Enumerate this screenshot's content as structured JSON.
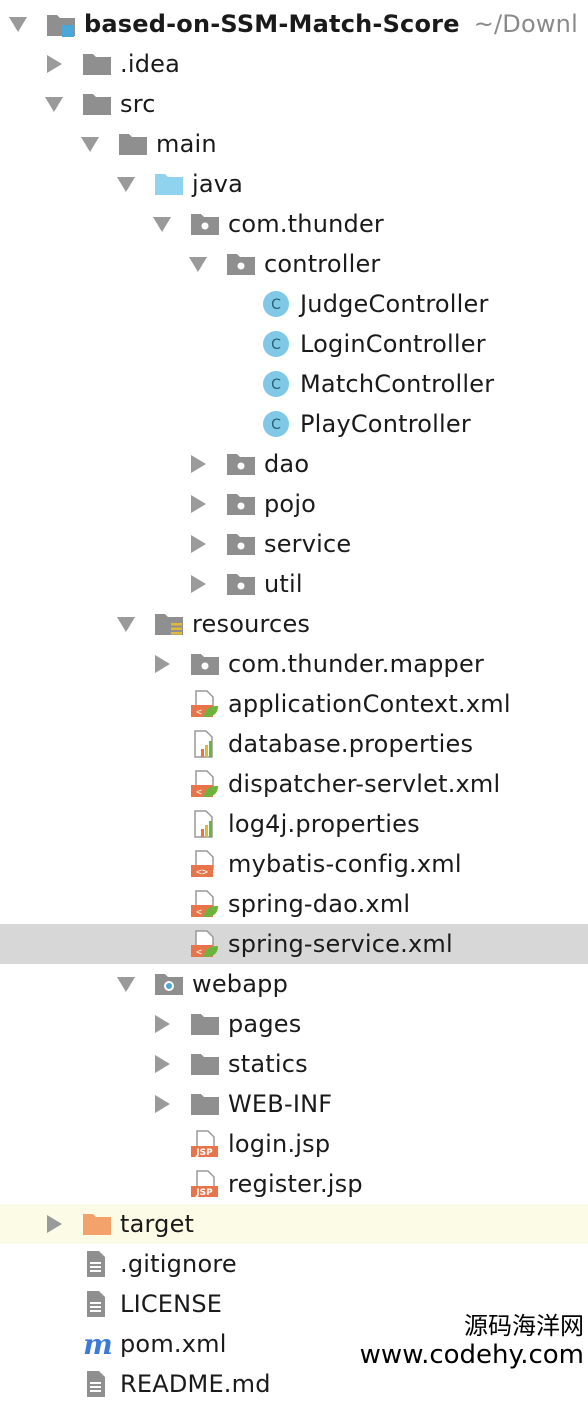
{
  "tree": {
    "root": {
      "name": "based-on-SSM-Match-Score",
      "path": "~/Downl"
    },
    "nodes": [
      {
        "key": "idea",
        "label": ".idea",
        "depth": 1,
        "arrow": "closed",
        "icon": "folder-gray"
      },
      {
        "key": "src",
        "label": "src",
        "depth": 1,
        "arrow": "open",
        "icon": "folder-gray"
      },
      {
        "key": "main",
        "label": "main",
        "depth": 2,
        "arrow": "open",
        "icon": "folder-gray"
      },
      {
        "key": "java",
        "label": "java",
        "depth": 3,
        "arrow": "open",
        "icon": "folder-blue"
      },
      {
        "key": "com-thunder",
        "label": "com.thunder",
        "depth": 4,
        "arrow": "open",
        "icon": "package"
      },
      {
        "key": "controller",
        "label": "controller",
        "depth": 5,
        "arrow": "open",
        "icon": "package"
      },
      {
        "key": "judgecontroller",
        "label": "JudgeController",
        "depth": 6,
        "arrow": "none",
        "icon": "class"
      },
      {
        "key": "logincontroller",
        "label": "LoginController",
        "depth": 6,
        "arrow": "none",
        "icon": "class"
      },
      {
        "key": "matchcontroller",
        "label": "MatchController",
        "depth": 6,
        "arrow": "none",
        "icon": "class"
      },
      {
        "key": "playcontroller",
        "label": "PlayController",
        "depth": 6,
        "arrow": "none",
        "icon": "class"
      },
      {
        "key": "dao",
        "label": "dao",
        "depth": 5,
        "arrow": "closed",
        "icon": "package"
      },
      {
        "key": "pojo",
        "label": "pojo",
        "depth": 5,
        "arrow": "closed",
        "icon": "package"
      },
      {
        "key": "service",
        "label": "service",
        "depth": 5,
        "arrow": "closed",
        "icon": "package"
      },
      {
        "key": "util",
        "label": "util",
        "depth": 5,
        "arrow": "closed",
        "icon": "package"
      },
      {
        "key": "resources",
        "label": "resources",
        "depth": 3,
        "arrow": "open",
        "icon": "folder-resources"
      },
      {
        "key": "com-thunder-mapper",
        "label": "com.thunder.mapper",
        "depth": 4,
        "arrow": "closed",
        "icon": "package"
      },
      {
        "key": "applicationcontext",
        "label": "applicationContext.xml",
        "depth": 4,
        "arrow": "none",
        "icon": "xml-spring"
      },
      {
        "key": "database-properties",
        "label": "database.properties",
        "depth": 4,
        "arrow": "none",
        "icon": "properties"
      },
      {
        "key": "dispatcher-servlet",
        "label": "dispatcher-servlet.xml",
        "depth": 4,
        "arrow": "none",
        "icon": "xml-spring"
      },
      {
        "key": "log4j-properties",
        "label": "log4j.properties",
        "depth": 4,
        "arrow": "none",
        "icon": "properties"
      },
      {
        "key": "mybatis-config",
        "label": "mybatis-config.xml",
        "depth": 4,
        "arrow": "none",
        "icon": "xml"
      },
      {
        "key": "spring-dao",
        "label": "spring-dao.xml",
        "depth": 4,
        "arrow": "none",
        "icon": "xml-spring"
      },
      {
        "key": "spring-service",
        "label": "spring-service.xml",
        "depth": 4,
        "arrow": "none",
        "icon": "xml-spring",
        "selected": true
      },
      {
        "key": "webapp",
        "label": "webapp",
        "depth": 3,
        "arrow": "open",
        "icon": "folder-web"
      },
      {
        "key": "pages",
        "label": "pages",
        "depth": 4,
        "arrow": "closed",
        "icon": "folder-gray"
      },
      {
        "key": "statics",
        "label": "statics",
        "depth": 4,
        "arrow": "closed",
        "icon": "folder-gray"
      },
      {
        "key": "web-inf",
        "label": "WEB-INF",
        "depth": 4,
        "arrow": "closed",
        "icon": "folder-gray"
      },
      {
        "key": "login-jsp",
        "label": "login.jsp",
        "depth": 4,
        "arrow": "none",
        "icon": "jsp"
      },
      {
        "key": "register-jsp",
        "label": "register.jsp",
        "depth": 4,
        "arrow": "none",
        "icon": "jsp"
      },
      {
        "key": "target",
        "label": "target",
        "depth": 1,
        "arrow": "closed",
        "icon": "folder-orange",
        "highlight": true
      },
      {
        "key": "gitignore",
        "label": ".gitignore",
        "depth": 1,
        "arrow": "none",
        "icon": "text-file"
      },
      {
        "key": "license",
        "label": "LICENSE",
        "depth": 1,
        "arrow": "none",
        "icon": "text-file"
      },
      {
        "key": "pom",
        "label": "pom.xml",
        "depth": 1,
        "arrow": "none",
        "icon": "maven"
      },
      {
        "key": "readme",
        "label": "README.md",
        "depth": 1,
        "arrow": "none",
        "icon": "text-file"
      }
    ]
  },
  "watermark": {
    "line1": "源码海洋网",
    "line2": "www.codehy.com"
  },
  "colors": {
    "selected_row": "#d7d7d7",
    "target_row": "#fcfbe6",
    "folder_gray": "#8f8f8f",
    "folder_blue": "#8fd3ee",
    "folder_orange": "#f4a26b",
    "class_icon": "#7fc8e6",
    "xml_orange": "#e8744a",
    "spring_green": "#6db33f",
    "maven_blue": "#3b7ad9"
  }
}
